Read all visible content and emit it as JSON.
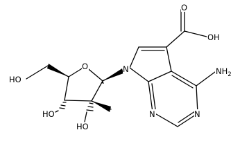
{
  "molecule": {
    "atom_labels": {
      "cooh_o_top": "O",
      "cooh_oh": "OH",
      "nh2": "NH",
      "nh2_sub": "2",
      "ring_o": "O",
      "n_pyrrole": "N",
      "n_bottom": "N",
      "n_right": "N",
      "ho_left": "HO",
      "ho_bottom_left": "HO",
      "ho_bottom": "HO"
    }
  }
}
